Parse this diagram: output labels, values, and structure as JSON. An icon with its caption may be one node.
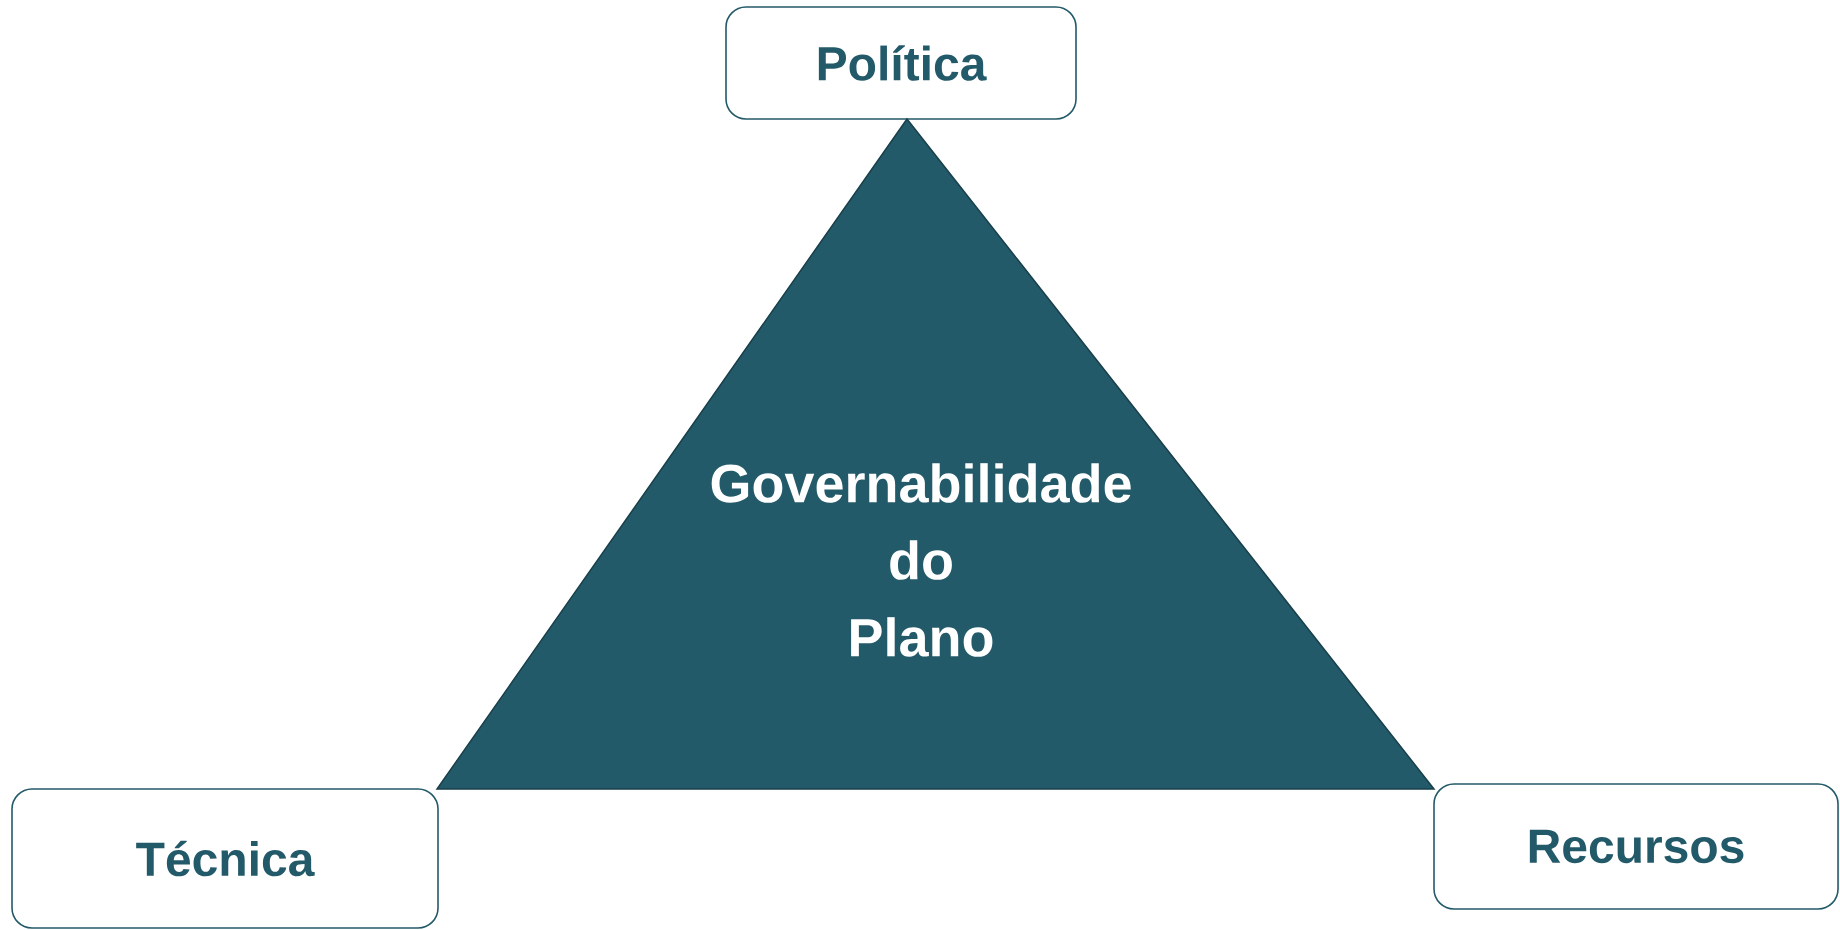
{
  "diagram": {
    "nodes": [
      {
        "text": [
          "Política"
        ]
      },
      {
        "text": [
          "Governabilidade do Plano"
        ]
      },
      {
        "text": [
          "Técnica"
        ]
      },
      {
        "text": [
          "Recursos"
        ]
      }
    ]
  }
}
